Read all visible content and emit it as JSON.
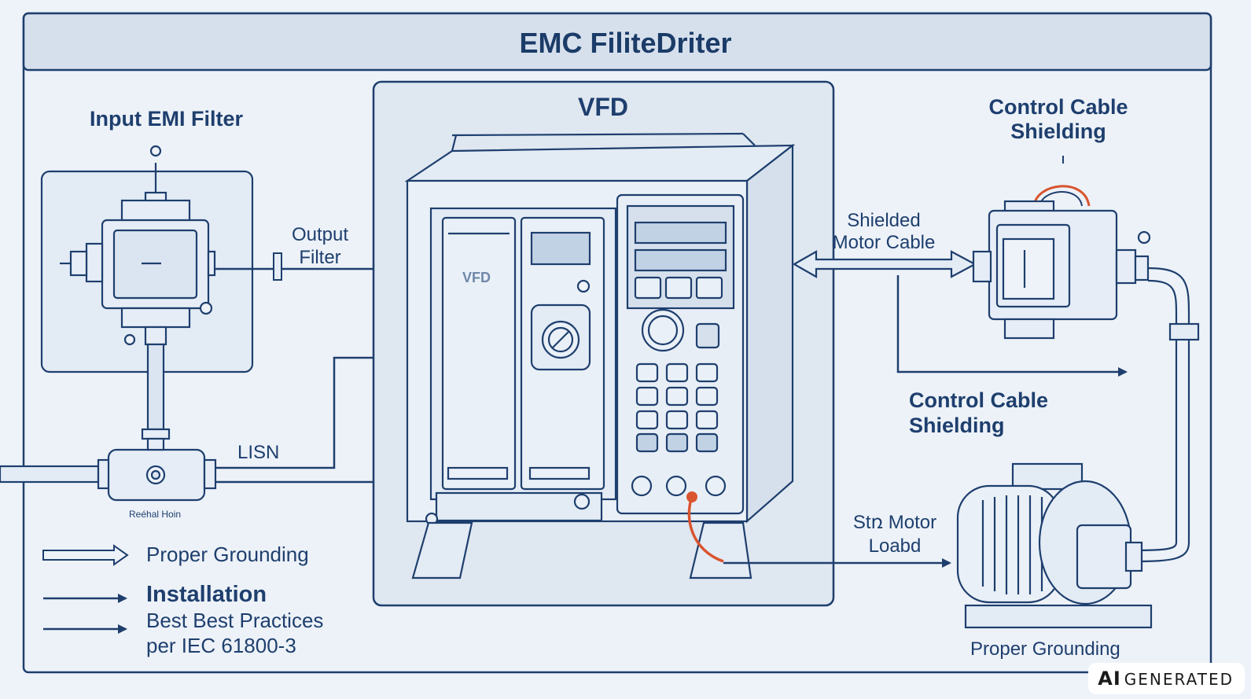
{
  "title": "EMC FiliteDriter",
  "labels": {
    "input_emi_filter": "Input EMI Filter",
    "output_filter_l1": "Output",
    "output_filter_l2": "Filter",
    "vfd_title": "VFD",
    "vfd_panel": "VFD",
    "lisn": "LISN",
    "lisn_caption": "Reéhal Hoin",
    "control_cable_top_l1": "Control Cable",
    "control_cable_top_l2": "Shielding",
    "shielded_motor_cable_l1": "Shielded",
    "shielded_motor_cable_l2": "Motor Cable",
    "control_cable_mid_l1": "Control Cable",
    "control_cable_mid_l2": "Shielding",
    "motor_load_l1": "Stռ Motor",
    "motor_load_l2": "Loabd",
    "proper_grounding_bottom": "Proper Grounding"
  },
  "legend": {
    "grounding": "Proper Grounding",
    "installation_heading": "Installation",
    "installation_line2": "Best Best Practices",
    "installation_line3": "per IEC 61800-3"
  },
  "badge": {
    "strong": "AI",
    "text": "GENERATED"
  },
  "colors": {
    "background": "#eef3f9",
    "line": "#1e3f6e",
    "accent": "#d9542f",
    "panel": "#dfe7f1"
  },
  "icons": [
    "emi-filter-icon",
    "lisn-icon",
    "vfd-drive-icon",
    "shielded-connector-icon",
    "motor-icon"
  ]
}
